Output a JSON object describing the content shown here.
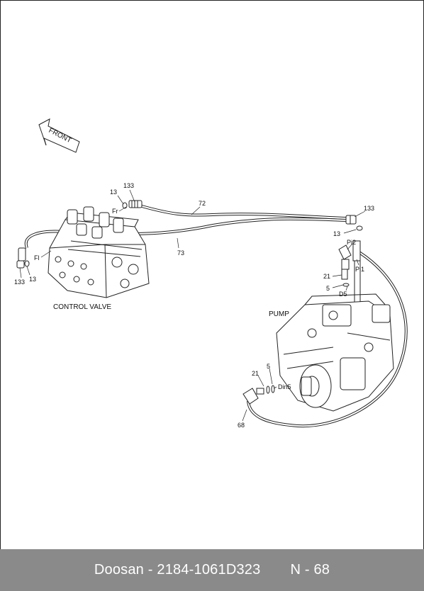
{
  "diagram": {
    "front_label": "FRONT",
    "control_valve_label": "CONTROL VALVE",
    "pump_label": "PUMP",
    "callouts": {
      "c133_top": "133",
      "c13_top": "13",
      "fr": "Fr",
      "c72": "72",
      "c73": "73",
      "fl": "Fl",
      "c13_left": "13",
      "c133_left": "133",
      "c133_right": "133",
      "c13_right": "13",
      "pi2": "Pi2",
      "pi1": "Pi1",
      "c21_top": "21",
      "c5_top": "5",
      "d5": "D5",
      "c5_bottom": "5",
      "c21_bottom": "21",
      "din5": "Din5",
      "c68": "68"
    }
  },
  "footer": {
    "part_text": "Doosan - 2184-1061D323",
    "page_text": "N - 68"
  }
}
